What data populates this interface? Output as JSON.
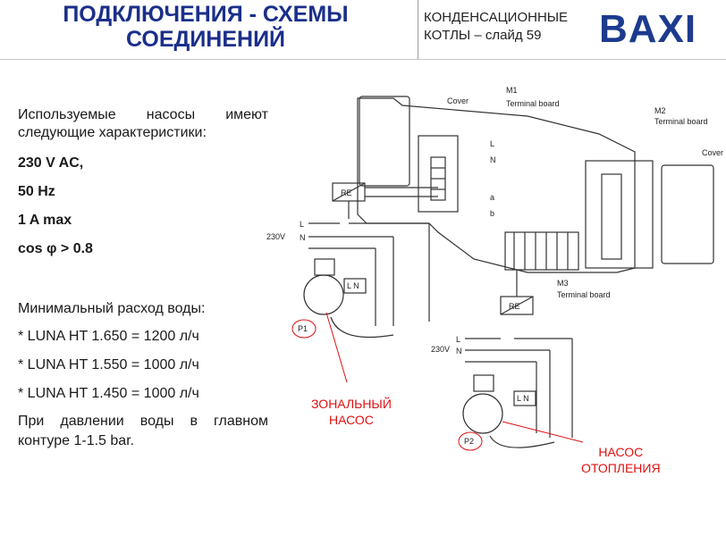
{
  "header": {
    "title_line1": "ПОДКЛЮЧЕНИЯ - СХЕМЫ",
    "title_line2": "СОЕДИНЕНИЙ",
    "subtitle_line1": "КОНДЕНСАЦИОННЫЕ",
    "subtitle_line2": "КОТЛЫ – слайд 59",
    "logo": "BAXI"
  },
  "left_text": {
    "intro_line1": "Используемые насосы имеют",
    "intro_line2": "следующие характеристики:",
    "spec1": "230 V AC,",
    "spec2": "50 Hz",
    "spec3": "1 A max",
    "spec4": "cos φ > 0.8",
    "flow_title": "Минимальный расход воды:",
    "flow1": "* LUNA HT 1.650 = 1200 л/ч",
    "flow2": "* LUNA HT 1.550 =  1000 л/ч",
    "flow3": "* LUNA HT 1.450 =  1000 л/ч",
    "note_line1": "При давлении воды в главном",
    "note_line2": "контуре 1-1.5 bar."
  },
  "diagram": {
    "cover1": "Cover",
    "m1": "M1",
    "terminal1": "Terminal board",
    "m2": "M2",
    "terminal2": "Terminal board",
    "cover2": "Cover",
    "m3": "M3",
    "terminal3": "Terminal board",
    "l": "L",
    "n": "N",
    "a": "a",
    "b": "b",
    "v230": "230V",
    "re": "RE",
    "lnn": "L N",
    "p1": "P1",
    "p2": "P2"
  },
  "callouts": {
    "zonal_line1": "ЗОНАЛЬНЫЙ",
    "zonal_line2": "НАСОС",
    "heating_line1": "НАСОС",
    "heating_line2": "ОТОПЛЕНИЯ"
  },
  "colors": {
    "title": "#1b2f8a",
    "logo": "#1c3b8f",
    "callout": "#e01010"
  }
}
